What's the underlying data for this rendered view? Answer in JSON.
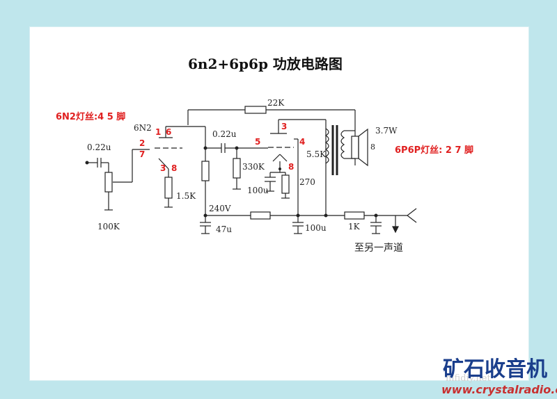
{
  "title": "6n2+6p6p 功放电路图",
  "notes": {
    "filament_6n2": "6N2灯丝:4 5 脚",
    "filament_6p6p": "6P6P灯丝: 2 7 脚",
    "other_channel": "至另一声道"
  },
  "tubes": {
    "v1_name": "6N2",
    "v1_pin_top": "1",
    "v1_pin_top2": "6",
    "v1_pin_grid": "2",
    "v1_pin_grid2": "7",
    "v1_pin_cath": "3",
    "v1_pin_cath2": "8",
    "v2_pin_plate": "3",
    "v2_pin_grid": "5",
    "v2_pin_screen": "4",
    "v2_pin_cath": "8"
  },
  "components": {
    "c_in": "0.22u",
    "pot": "100K",
    "rk1": "1.5K",
    "c_couple": "0.22u",
    "rg2": "330K",
    "ck2": "100u",
    "rk2": "270",
    "rf": "22K",
    "b_plus": "240V",
    "c1": "47u",
    "c2": "100u",
    "r_filter": "1K",
    "ot": "5.5K",
    "ot_sec": "8",
    "power": "3.7W"
  },
  "watermark": {
    "brand": "矿石收音机",
    "url": "www.crystalradio.cn",
    "faint": "hifidiy.net"
  },
  "colors": {
    "frame": "#bfe6ec",
    "red": "#e02020",
    "brand_blue": "#1a3e8c"
  }
}
